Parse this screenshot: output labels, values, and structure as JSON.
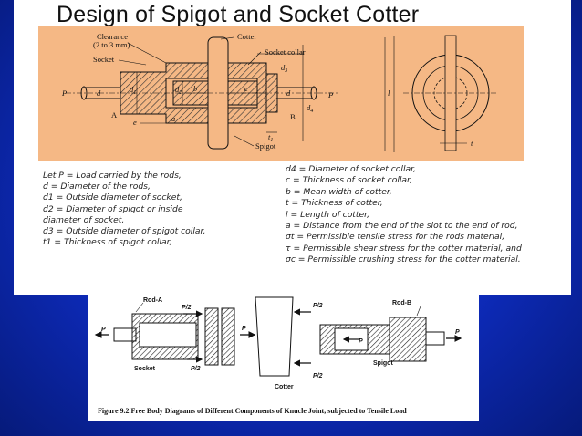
{
  "slide": {
    "title": "Design of Spigot and Socket Cotter"
  },
  "top_diagram": {
    "labels": {
      "clearance_1": "Clearance",
      "clearance_2": "(2 to 3 mm)",
      "socket": "Socket",
      "cotter": "Cotter",
      "socket_collar": "Socket collar",
      "spigot": "Spigot",
      "p_left": "P",
      "p_right": "P",
      "a_upper": "A",
      "b_upper": "B",
      "d": "d",
      "d_right": "d",
      "d1": "d",
      "d1_sub": "1",
      "d2": "d",
      "d2_sub": "2",
      "d3": "d",
      "d3_sub": "3",
      "d4": "d",
      "d4_sub": "4",
      "b": "b",
      "c": "c",
      "e": "e",
      "a": "a",
      "t1": "t",
      "t1_sub": "1",
      "l": "l",
      "t": "t"
    }
  },
  "definitions": {
    "left": [
      "Let P = Load carried by the rods,",
      "d = Diameter of the rods,",
      "d1 = Outside diameter of socket,",
      "d2 = Diameter of spigot or inside",
      "diameter of socket,",
      "d3 = Outside diameter of spigot collar,",
      "t1 = Thickness of spigot collar,"
    ],
    "right": [
      "d4 = Diameter of socket collar,",
      "c = Thickness of socket collar,",
      "b = Mean width of cotter,",
      "t = Thickness of cotter,",
      "l = Length of cotter,",
      "a = Distance from the end of the slot to the end of rod,",
      "σt = Permissible tensile stress for the rods material,",
      "τ = Permissible shear stress for the cotter material, and",
      "σc = Permissible crushing stress for the cotter material."
    ]
  },
  "fbd": {
    "labels": {
      "rod_a": "Rod-A",
      "rod_b": "Rod-B",
      "p_left": "P",
      "p_right": "P",
      "p_half_1": "P/2",
      "p_half_2": "P/2",
      "p_half_3": "P/2",
      "p_half_4": "P/2",
      "p_cotter": "P",
      "p_spigot": "P",
      "socket": "Socket",
      "spigot": "Spigot",
      "cotter": "Cotter"
    },
    "caption": "Figure 9.2 Free Body Diagrams of Different Components of Knucle Joint, subjected to Tensile Load"
  },
  "colors": {
    "background": "#0d2ab8",
    "diagram_panel": "#f5b885",
    "hatch": "#333333"
  }
}
